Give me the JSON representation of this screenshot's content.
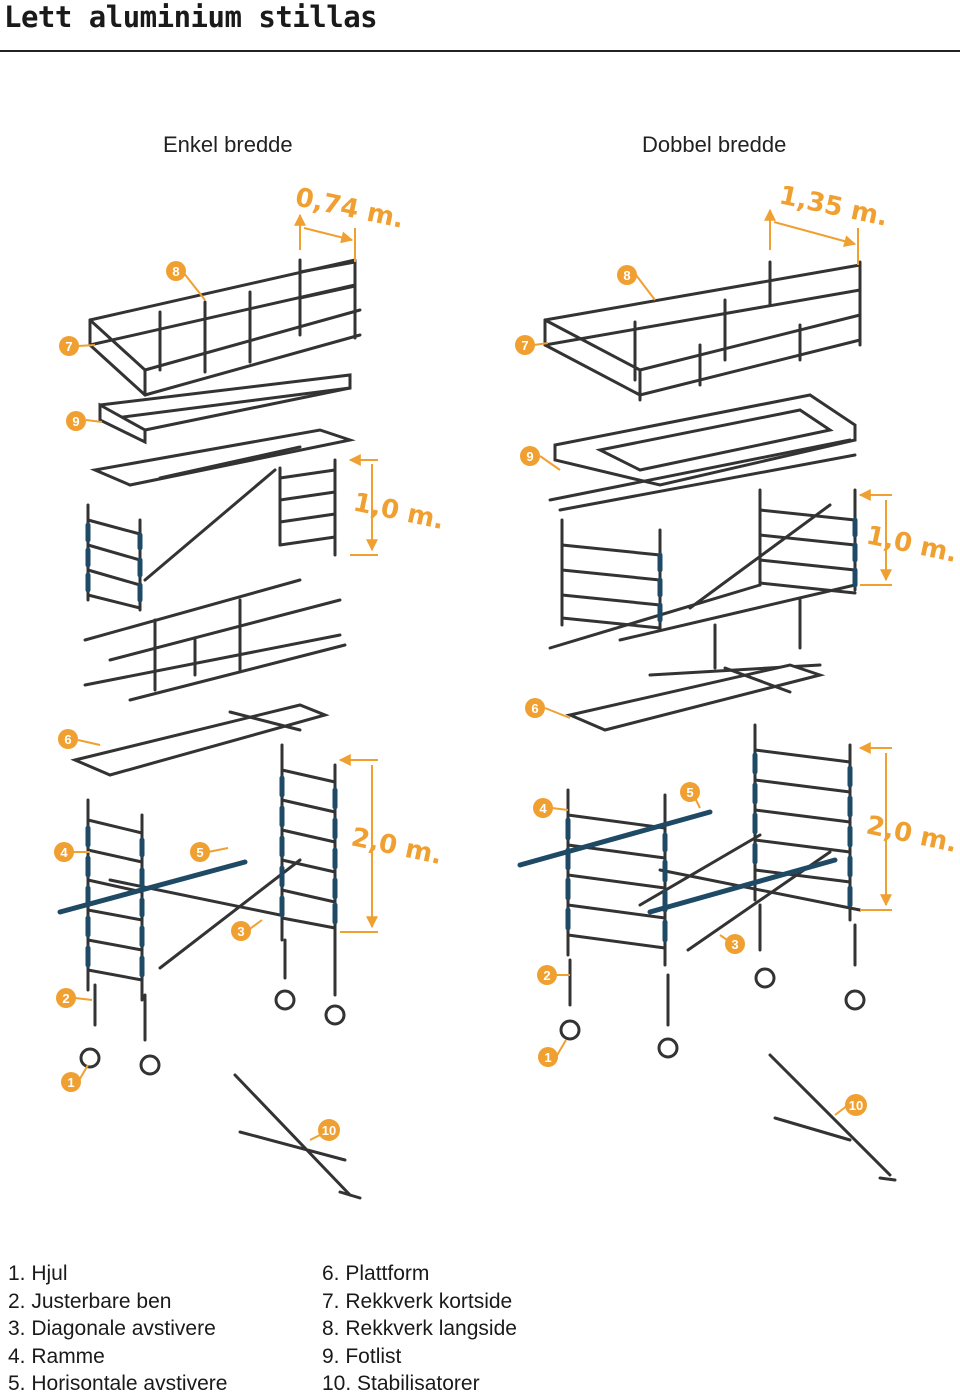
{
  "title": "Lett aluminium stillas",
  "columns": {
    "single": "Enkel bredde",
    "double": "Dobbel bredde"
  },
  "dimensions": {
    "single_width": "0,74 m.",
    "double_width": "1,35 m.",
    "frame_small_left": "1,0 m.",
    "frame_small_right": "1,0 m.",
    "frame_large_left": "2,0 m.",
    "frame_large_right": "2,0 m."
  },
  "colors": {
    "accent": "#f0a030",
    "brace": "#1f4a66",
    "line": "#333333"
  },
  "legend": {
    "left": [
      "1. Hjul",
      "2. Justerbare ben",
      "3. Diagonale avstivere",
      "4. Ramme",
      "5. Horisontale avstivere"
    ],
    "right": [
      "6. Plattform",
      "7. Rekkverk kortside",
      "8. Rekkverk langside",
      "9. Fotlist",
      "10. Stabilisatorer"
    ]
  },
  "callouts": {
    "left": [
      "8",
      "7",
      "9",
      "6",
      "4",
      "5",
      "3",
      "2",
      "1",
      "10"
    ],
    "right": [
      "8",
      "7",
      "9",
      "6",
      "4",
      "5",
      "3",
      "2",
      "1",
      "10"
    ]
  }
}
